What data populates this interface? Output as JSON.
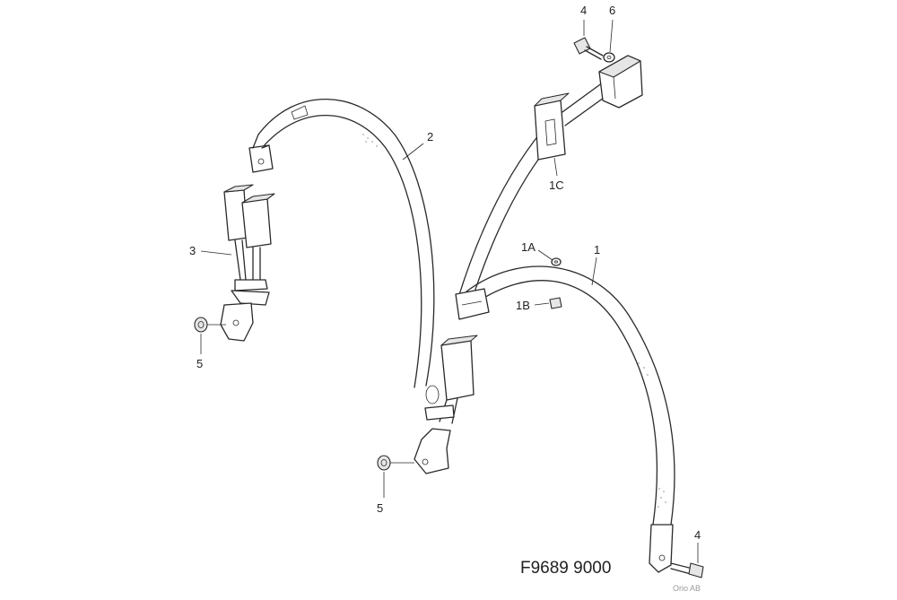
{
  "callouts": {
    "label_2": "2",
    "label_3": "3",
    "label_4_top": "4",
    "label_6": "6",
    "label_1c": "1C",
    "label_1a": "1A",
    "label_1": "1",
    "label_1b": "1B",
    "label_5_left": "5",
    "label_5_mid": "5",
    "label_4_bottom": "4"
  },
  "drawing_code": "F9689 9000",
  "credit": "Orio AB"
}
